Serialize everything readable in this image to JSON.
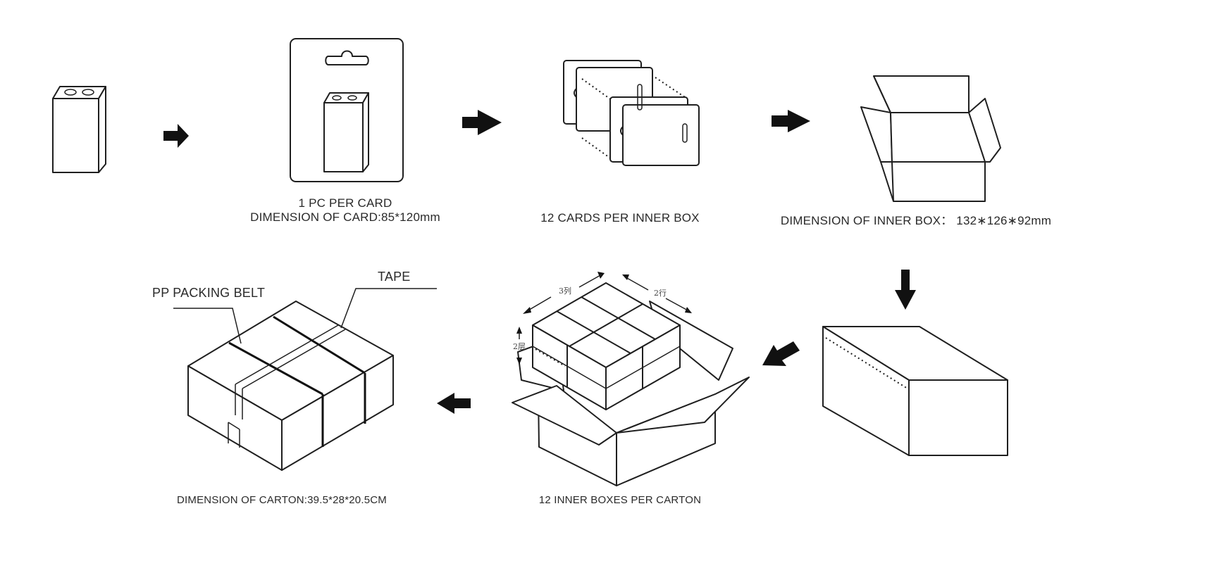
{
  "steps": {
    "battery": {
      "caption": ""
    },
    "card": {
      "line1": "1  PC PER CARD",
      "line2": "DIMENSION OF CARD:85*120mm"
    },
    "cards_inner_box": {
      "caption": "12 CARDS PER INNER BOX"
    },
    "inner_box": {
      "caption": "DIMENSION  OF  INNER  BOX： 132∗126∗92mm"
    },
    "inner_boxes_carton": {
      "caption": "12 INNER BOXES PER CARTON",
      "columns_label": "3列",
      "rows_label": "2行",
      "layers_label": "2层"
    },
    "carton": {
      "caption": "DIMENSION OF CARTON:39.5*28*20.5CM",
      "belt_label": "PP PACKING BELT",
      "tape_label": "TAPE"
    }
  },
  "flow": [
    "battery",
    "card",
    "cards_inner_box",
    "inner_box",
    "closed_inner_box",
    "inner_boxes_carton",
    "carton"
  ]
}
